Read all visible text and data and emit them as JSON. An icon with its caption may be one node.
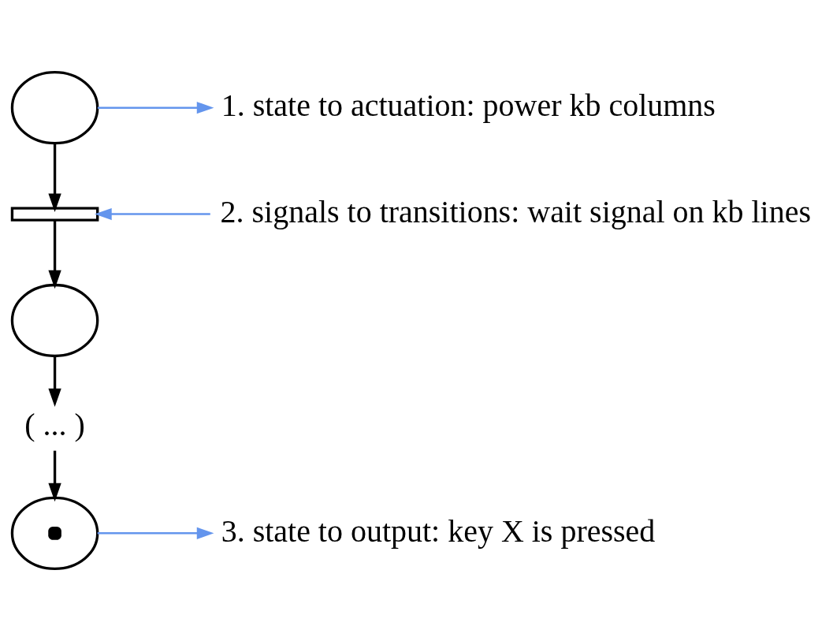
{
  "diagram": {
    "nodes": [
      {
        "text": [],
        "shape": "circle"
      },
      {
        "text": [],
        "shape": "bar"
      },
      {
        "text": [],
        "shape": "circle"
      },
      {
        "text": [
          "( ... )"
        ]
      },
      {
        "text": [],
        "shape": "token"
      },
      {
        "text": [
          "1. state to actuation: power kb columns"
        ]
      },
      {
        "text": [
          "2. signals to transitions: wait signal on kb lines"
        ]
      },
      {
        "text": [
          "3. state to output: key X is pressed"
        ]
      }
    ],
    "edges": [
      {
        "from": 0,
        "to": 1,
        "arrow": "to"
      },
      {
        "from": 1,
        "to": 2,
        "arrow": "to"
      },
      {
        "from": 2,
        "to": 3,
        "arrow": "to"
      },
      {
        "from": 3,
        "to": 4,
        "arrow": "to"
      },
      {
        "from": 0,
        "to": 5,
        "arrow": "to",
        "color": "#6495ed"
      },
      {
        "from": 6,
        "to": 1,
        "arrow": "to",
        "color": "#6495ed"
      },
      {
        "from": 4,
        "to": 7,
        "arrow": "to",
        "color": "#6495ed"
      }
    ]
  }
}
